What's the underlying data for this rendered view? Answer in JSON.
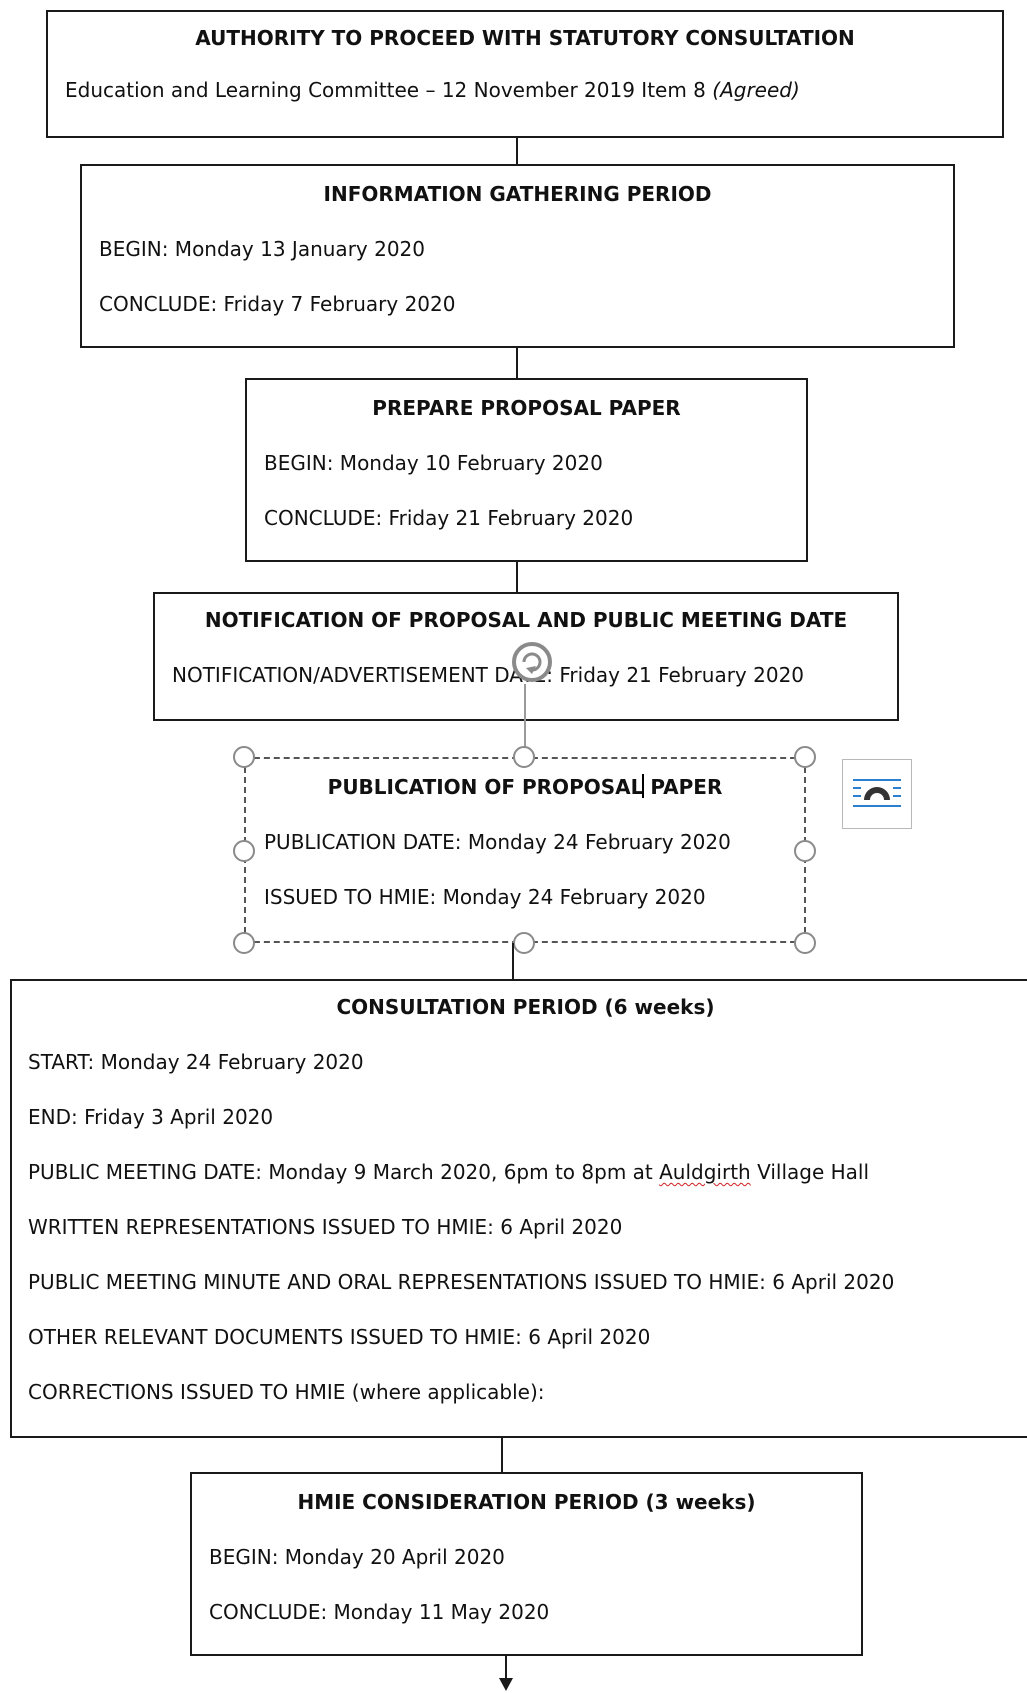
{
  "boxes": {
    "authority": {
      "title": "AUTHORITY TO PROCEED WITH STATUTORY CONSULTATION",
      "line_prefix": "Education and Learning Committee – 12 November 2019 Item 8 ",
      "line_italic": "(Agreed)"
    },
    "info_gathering": {
      "title": "INFORMATION GATHERING PERIOD",
      "begin": "BEGIN: Monday 13 January 2020",
      "conclude": "CONCLUDE: Friday 7 February 2020"
    },
    "prepare": {
      "title": "PREPARE PROPOSAL PAPER",
      "begin": "BEGIN: Monday 10 February 2020",
      "conclude": "CONCLUDE: Friday 21 February 2020"
    },
    "notification": {
      "title": "NOTIFICATION OF PROPOSAL AND PUBLIC MEETING DATE",
      "line": "NOTIFICATION/ADVERTISEMENT DATE: Friday 21 February 2020"
    },
    "publication": {
      "title_a": "PUBLICATION OF PROPOSAL",
      "title_b": " PAPER",
      "date": "PUBLICATION DATE: Monday 24 February 2020",
      "issued": "ISSUED TO HMIE: Monday 24 February 2020"
    },
    "consultation": {
      "title": "CONSULTATION PERIOD (6 weeks)",
      "start": "START: Monday 24 February 2020",
      "end": "END: Friday 3 April 2020",
      "meeting_prefix": "PUBLIC MEETING DATE: Monday 9 March 2020, 6pm to 8pm at ",
      "meeting_place": "Auldgirth",
      "meeting_suffix": " Village Hall",
      "written": "WRITTEN REPRESENTATIONS ISSUED TO HMIE: 6 April 2020",
      "minute": "PUBLIC MEETING MINUTE AND ORAL REPRESENTATIONS ISSUED TO HMIE: 6 April 2020",
      "other": "OTHER RELEVANT DOCUMENTS ISSUED TO HMIE: 6 April 2020",
      "corrections": "CORRECTIONS ISSUED TO HMIE (where applicable):"
    },
    "hmie": {
      "title": "HMIE CONSIDERATION PERIOD (3 weeks)",
      "begin": "BEGIN: Monday 20 April 2020",
      "conclude": "CONCLUDE: Monday 11 May 2020"
    }
  },
  "icons": {
    "rotate_handle": "rotate-icon",
    "layout_options": "layout-options-icon"
  },
  "colors": {
    "border": "#1a1a1a",
    "selection": "#555555",
    "spell_error": "#d02020"
  }
}
